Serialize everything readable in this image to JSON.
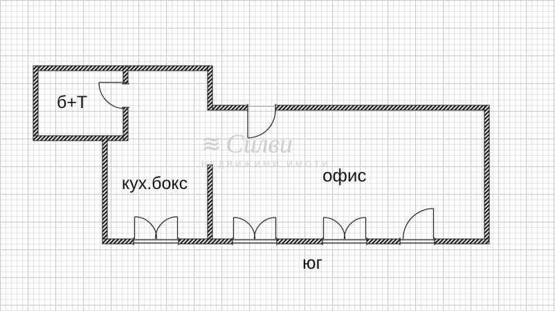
{
  "rooms": {
    "bathroom_label": "б+Т",
    "kitchen_label": "кух.бокс",
    "office_label": "офис"
  },
  "orientation_label": "юг",
  "watermark": {
    "logo_glyph": "≋",
    "name": "Силви",
    "subtitle": "НЕДВИЖИМИ ИМОТИ"
  },
  "colors": {
    "background": "#fcfcfc",
    "grid_minor": "#e3e3e3",
    "grid_major": "#c9c9c9",
    "wall": "#1c1c1c",
    "label": "#161616",
    "watermark": "#c5c9cd"
  }
}
